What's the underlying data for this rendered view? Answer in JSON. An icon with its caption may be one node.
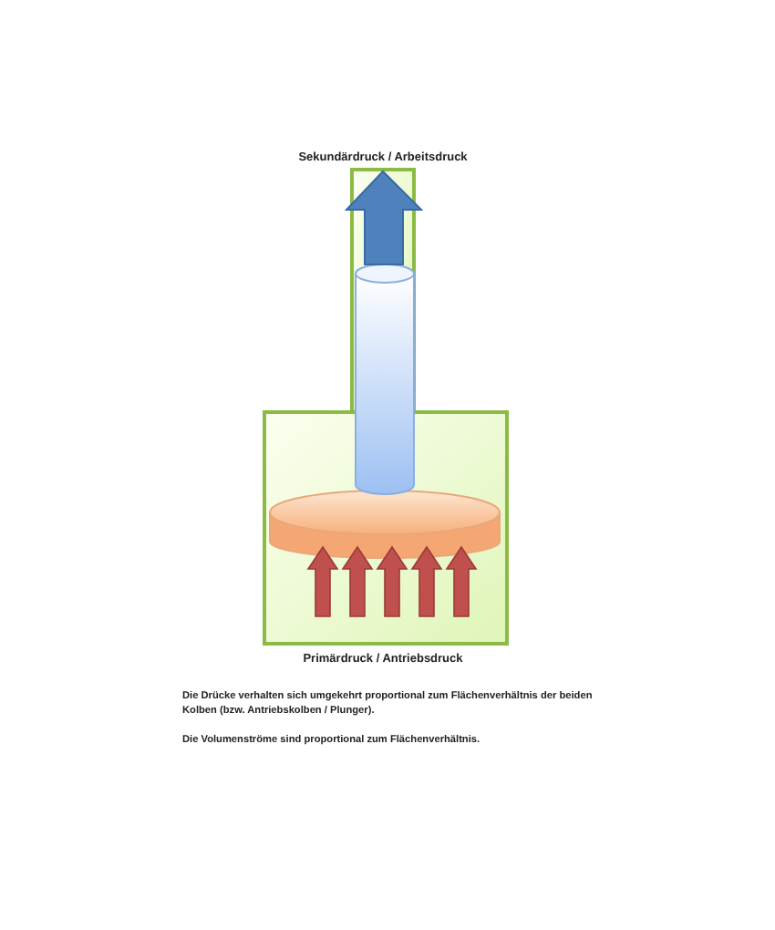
{
  "diagram": {
    "labels": [
      "Sekundärdruck / Arbeitsdruck",
      "Primärdruck / Antriebsdruck",
      "Die Drücke verhalten sich umgekehrt proportional zum Flächenverhältnis der beiden Kolben (bzw. Antriebskolben / Plunger).",
      "Die Volumenströme sind proportional zum Flächenverhältnis."
    ]
  }
}
